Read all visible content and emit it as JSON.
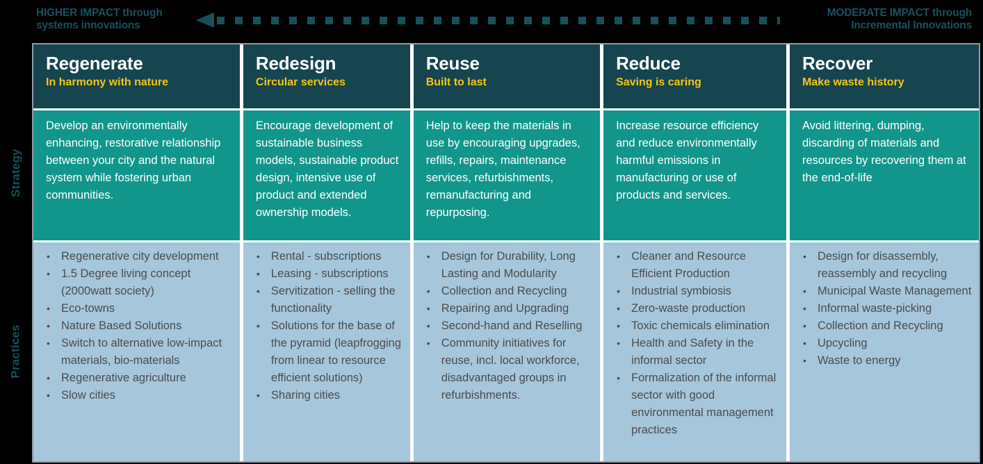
{
  "impact_bar": {
    "left_label_line1": "HIGHER IMPACT through",
    "left_label_line2": "systems innovations",
    "right_label_line1": "MODERATE IMPACT through",
    "right_label_line2": "Incremental Innovations",
    "arrow_direction": "left",
    "accent_color": "#17515c"
  },
  "row_labels": {
    "strategy": "Strategy",
    "practices": "Practices"
  },
  "colors": {
    "header_bg": "#16454f",
    "header_title": "#ffffff",
    "header_subtitle": "#f5c518",
    "strategy_bg": "#12968c",
    "strategy_text": "#ffffff",
    "practices_bg": "#a5c6db",
    "practices_text": "#4c4c4c",
    "matrix_border": "#8f9aa3"
  },
  "columns": [
    {
      "title": "Regenerate",
      "subtitle": "In harmony with nature",
      "strategy": "Develop an environmentally enhancing, restorative relationship between your city and the natural system while fostering urban communities.",
      "practices": [
        "Regenerative  city development",
        "1.5 Degree living concept (2000watt society)",
        "Eco-towns",
        "Nature Based Solutions",
        "Switch to alternative low-impact materials, bio-materials",
        "Regenerative  agriculture",
        "Slow cities"
      ]
    },
    {
      "title": "Redesign",
      "subtitle": "Circular services",
      "strategy": "Encourage development of sustainable business models, sustainable product design, intensive use of product and extended ownership models.",
      "practices": [
        "Rental - subscriptions",
        "Leasing - subscriptions",
        "Servitization - selling the functionality",
        "Solutions for the base of the pyramid (leapfrogging from linear to resource efficient solutions)",
        "Sharing cities"
      ]
    },
    {
      "title": "Reuse",
      "subtitle": "Built to last",
      "strategy": "Help to keep the materials in use by  encouraging upgrades, refills, repairs, maintenance services, refurbishments, remanufacturing and repurposing.",
      "practices": [
        "Design for Durability, Long Lasting and Modularity",
        "Collection and Recycling",
        "Repairing and Upgrading",
        "Second-hand and Reselling",
        "Community initiatives for reuse, incl. local workforce, disadvantaged groups in refurbishments."
      ]
    },
    {
      "title": "Reduce",
      "subtitle": "Saving is caring",
      "strategy": "Increase  resource efficiency and reduce environmentally harmful emissions in manufacturing or use of products and services.",
      "practices": [
        "Cleaner and Resource Efficient Production",
        "Industrial symbiosis",
        "Zero-waste  production",
        "Toxic chemicals elimination",
        "Health and Safety in the informal sector",
        "Formalization of the informal sector with good environmental management practices"
      ]
    },
    {
      "title": "Recover",
      "subtitle": "Make waste history",
      "strategy": "Avoid littering, dumping, discarding of materials and resources  by recovering them at the end-of-life",
      "practices": [
        "Design for disassembly, reassembly and recycling",
        "Municipal Waste Management",
        "Informal waste-picking",
        "Collection and Recycling",
        "Upcycling",
        "Waste to energy"
      ]
    }
  ]
}
